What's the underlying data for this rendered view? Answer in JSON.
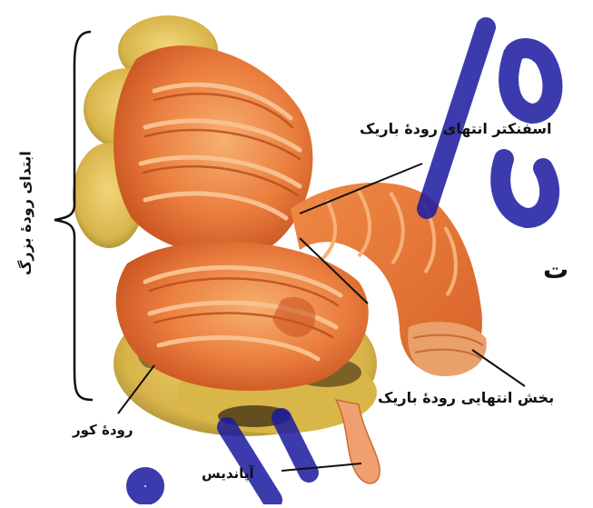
{
  "labels": {
    "large_intestine_start": "ابتدای رودۀ بزرگ",
    "small_intestine_end_sphincter": "اسفنکتر انتهای رودۀ باریک",
    "small_intestine_terminal_part": "بخش انتهایی رودۀ باریک",
    "cecum": "رودۀ کور",
    "appendix": "آپاندیس",
    "partial_text": "ت"
  },
  "colors": {
    "tissue_light": "#f4a35a",
    "tissue_mid": "#e8773a",
    "tissue_dark": "#c9531f",
    "fold_highlight": "#f7c08e",
    "wall_yellow": "#e8c45a",
    "wall_olive": "#b39a3a",
    "shadow": "#3a2a12",
    "watermark": "#1a1aa0",
    "line": "#111111"
  }
}
